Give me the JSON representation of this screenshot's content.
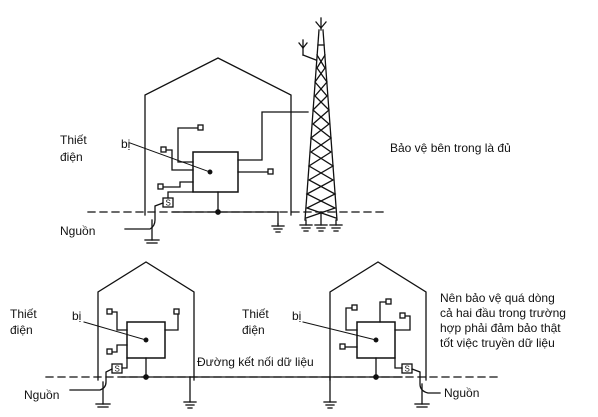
{
  "top_scene": {
    "equipment_label_line1": "Thiết",
    "equipment_label_line2": "điện",
    "equipment_label_bi": "bị",
    "power_label": "Nguồn",
    "note": "Bảo vệ bên trong là đủ"
  },
  "bottom_left_scene": {
    "equipment_label_line1": "Thiết",
    "equipment_label_line2": "điện",
    "equipment_label_bi": "bị",
    "power_label": "Nguồn"
  },
  "bottom_right_scene": {
    "equipment_label_line1": "Thiết",
    "equipment_label_line2": "điện",
    "equipment_label_bi": "bị",
    "power_label": "Nguồn",
    "note_lines": [
      "Nên bảo vệ quá dòng",
      "cả hai đầu trong trường",
      "hợp phải đảm bảo thật",
      "tốt việc truyền dữ liệu"
    ]
  },
  "data_link_label": "Đường kết nối dữ liệu",
  "protector_symbol": "S",
  "colors": {
    "ink": "#111111",
    "background": "#ffffff"
  }
}
